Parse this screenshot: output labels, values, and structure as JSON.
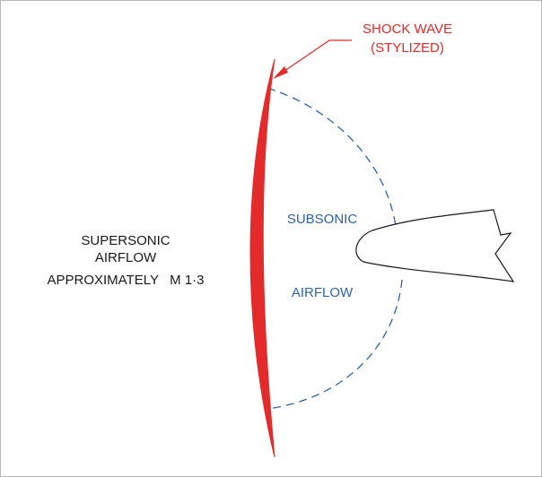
{
  "labels": {
    "shock_line1": "SHOCK WAVE",
    "shock_line2": "(STYLIZED)",
    "supersonic_line1": "SUPERSONIC",
    "supersonic_line2": "AIRFLOW",
    "supersonic_line3": "APPROXIMATELY   M 1·3",
    "subsonic": "SUBSONIC",
    "airflow": "AIRFLOW"
  },
  "colors": {
    "shock": "#e32b2b",
    "subsonic_text": "#2e62a8",
    "subsonic_boundary": "#2e62a8",
    "body_text": "#1a1a1a",
    "airfoil_outline": "#1a1a1a"
  }
}
